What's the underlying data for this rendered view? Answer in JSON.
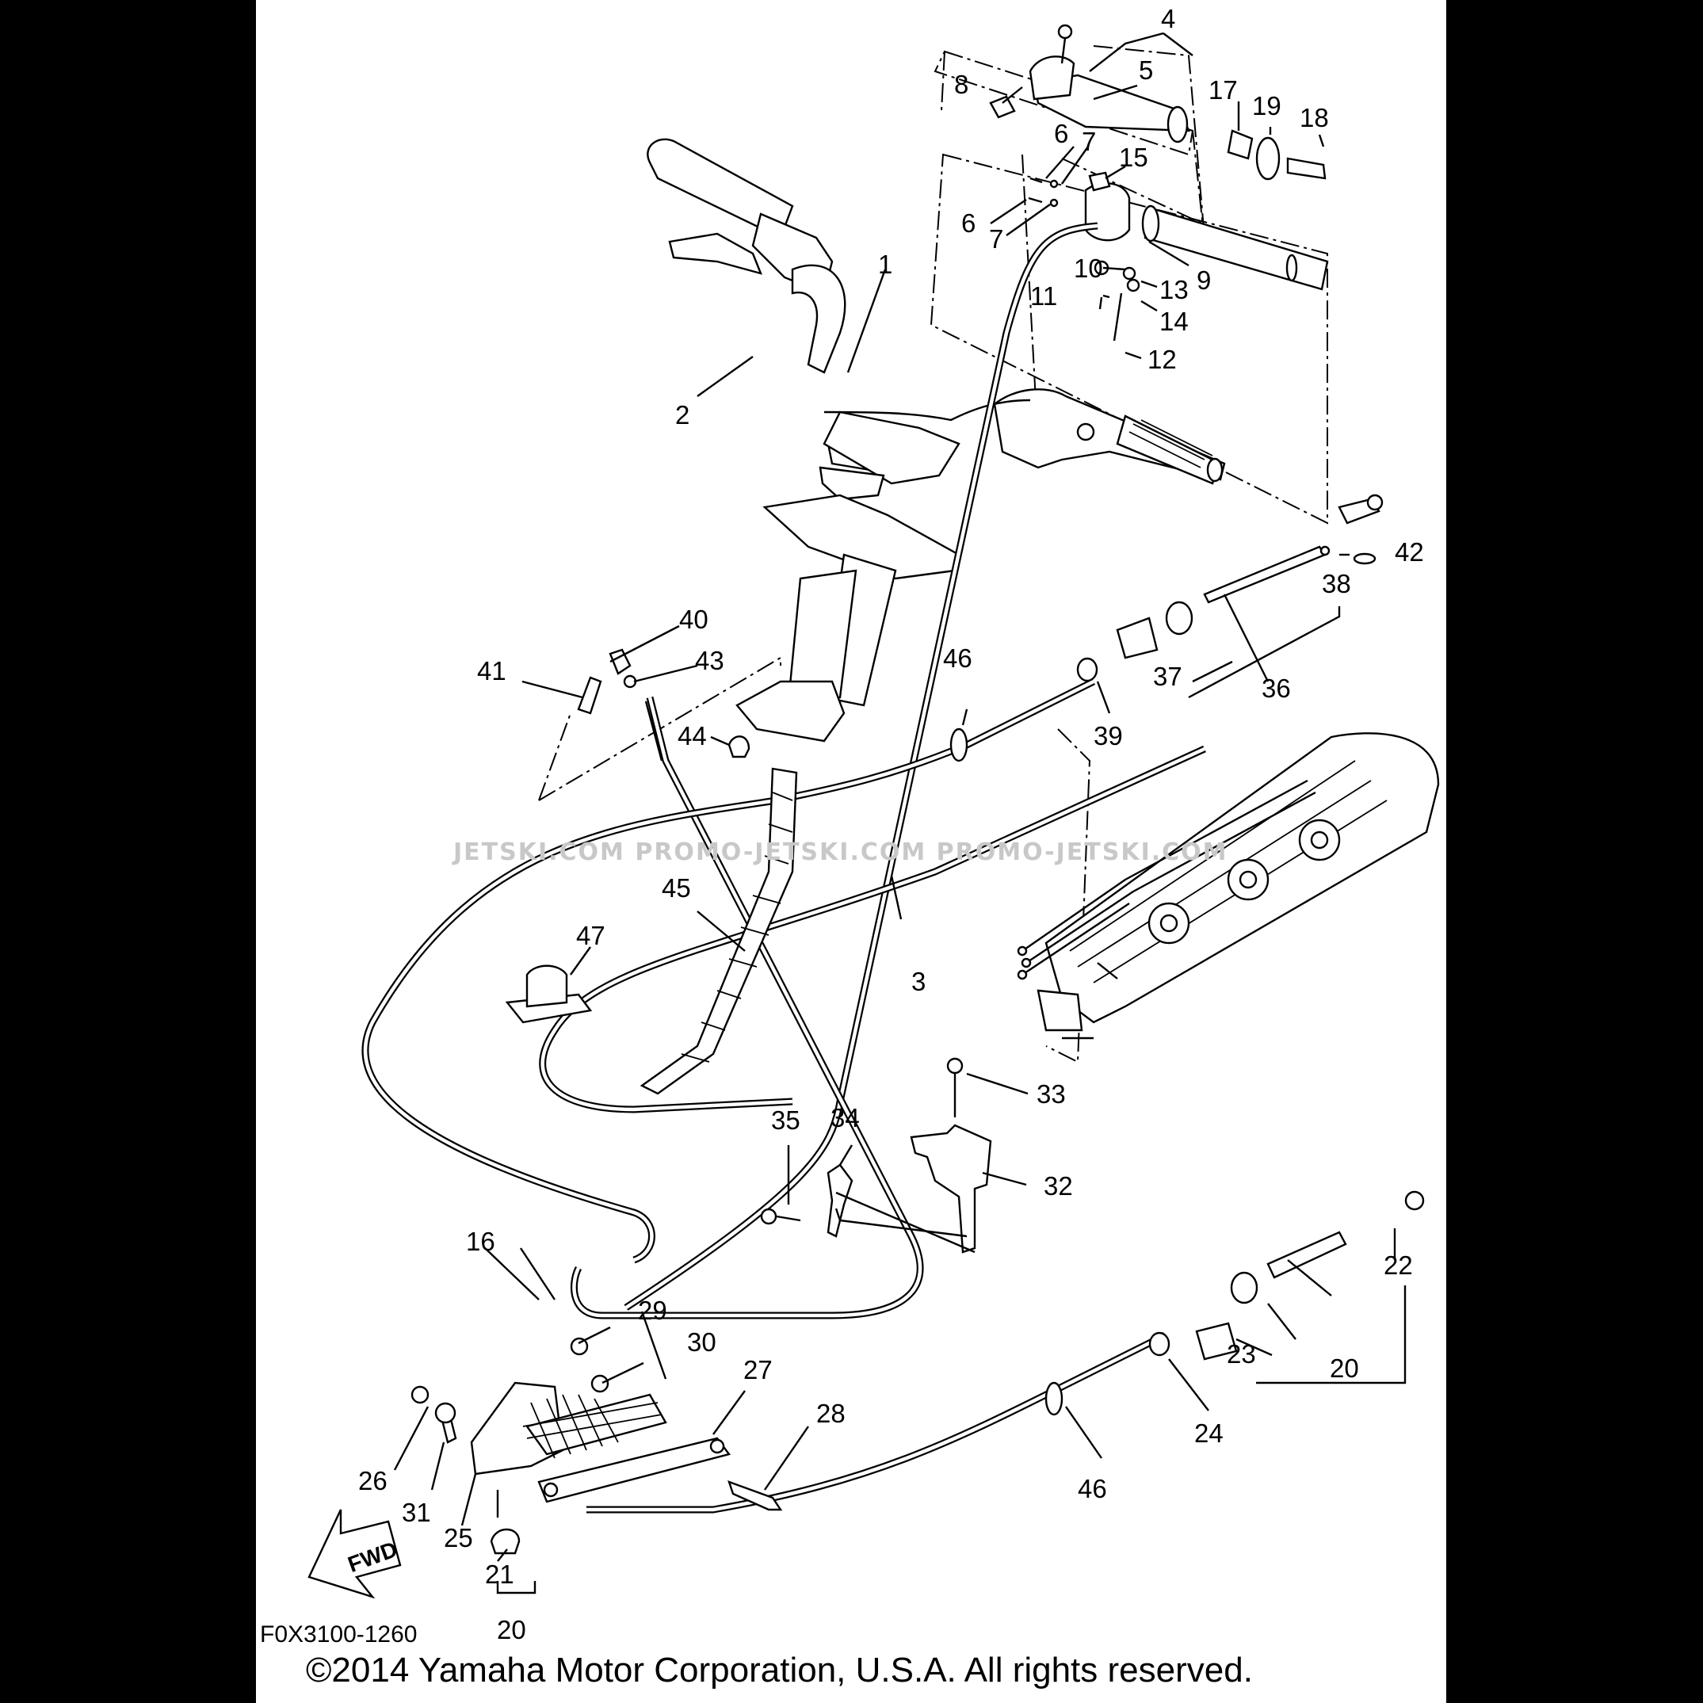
{
  "diagram": {
    "part_code": "F0X3100-1260",
    "copyright": "©2014 Yamaha Motor Corporation, U.S.A. All rights reserved.",
    "watermark": "JETSKI.COM   PROMO-JETSKI.COM   PROMO-JETSKI.COM",
    "fwd_label": "FWD",
    "callouts": [
      "1",
      "2",
      "3",
      "4",
      "5",
      "6",
      "7",
      "8",
      "9",
      "10",
      "11",
      "12",
      "13",
      "14",
      "15",
      "16",
      "17",
      "18",
      "19",
      "20",
      "21",
      "22",
      "23",
      "24",
      "25",
      "26",
      "27",
      "28",
      "29",
      "30",
      "31",
      "32",
      "33",
      "34",
      "35",
      "36",
      "37",
      "38",
      "39",
      "40",
      "41",
      "42",
      "43",
      "44",
      "45",
      "46",
      "47"
    ],
    "duplicate_callouts": {
      "6b": "6",
      "7b": "7",
      "20b": "20",
      "46b": "46"
    }
  }
}
